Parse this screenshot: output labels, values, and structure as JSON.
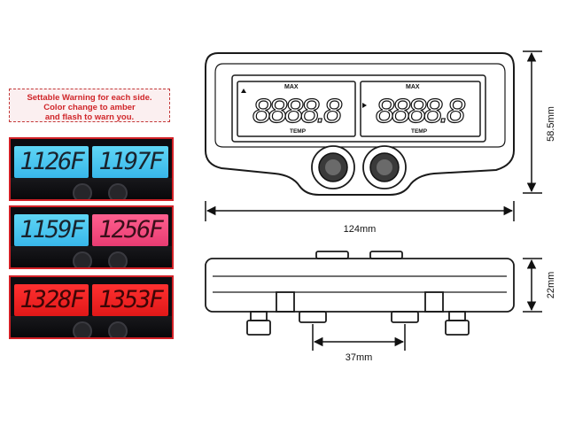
{
  "warning_note": {
    "line1": "Settable Warning for each side.",
    "line2": "Color change to amber",
    "line3": "and flash to warn you."
  },
  "color_panels": [
    {
      "left": "1126F",
      "right": "1197F",
      "left_color": "#47c5ee",
      "right_color": "#47c5ee"
    },
    {
      "left": "1159F",
      "right": "1256F",
      "left_color": "#47c5ee",
      "right_color": "#f14d80"
    },
    {
      "left": "1328F",
      "right": "1353F",
      "left_color": "#f02424",
      "right_color": "#f02424"
    }
  ],
  "device_display": {
    "max_label": "MAX",
    "temp_label": "TEMP",
    "left_digits": "8888.8",
    "right_digits": "8888.8"
  },
  "dimensions": {
    "height": "58.5mm",
    "width": "124mm",
    "depth": "22mm",
    "mount_spacing": "37mm"
  }
}
